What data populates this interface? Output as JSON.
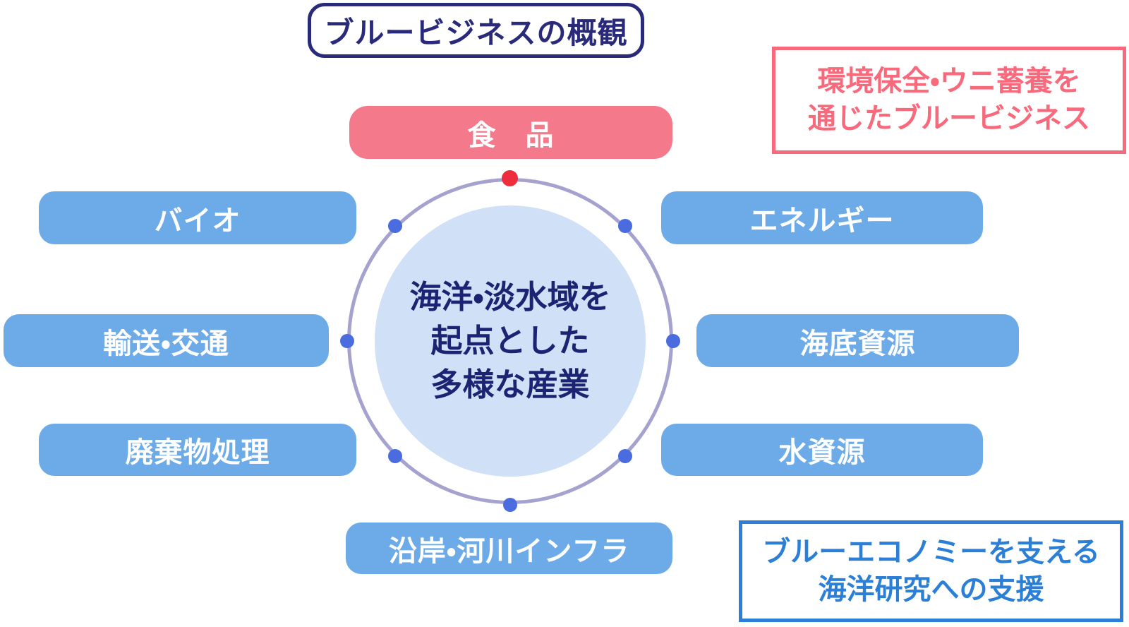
{
  "title": "ブルービジネスの概観",
  "center_circle": {
    "lines": [
      "海洋・淡水域を",
      "起点とした",
      "多様な産業"
    ]
  },
  "industries": {
    "food": "食　品",
    "bio": "バイオ",
    "energy": "エネルギー",
    "transport": "輸送・交通",
    "seabed": "海底資源",
    "waste": "廃棄物処理",
    "water": "水資源",
    "coastal": "沿岸・河川インフラ"
  },
  "callouts": {
    "top_pink": {
      "lines": [
        "環境保全・ウニ蓄養を",
        "通じたブルービジネス"
      ]
    },
    "bottom_blue": {
      "lines": [
        "ブルーエコノミーを支える",
        "海洋研究への支援"
      ]
    }
  },
  "colors": {
    "navy_title": "#2a2a7a",
    "navy_center_text": "#1e2273",
    "pill_blue": "#6dabe8",
    "pill_pink": "#f4798a",
    "callout_pink": "#f8697c",
    "callout_blue": "#2b7fd6",
    "ring": "#a5a2cf",
    "inner_circle_fill": "#d0e0f6",
    "dot_red": "#ee2d3c",
    "dot_blue": "#4a6cdf"
  }
}
